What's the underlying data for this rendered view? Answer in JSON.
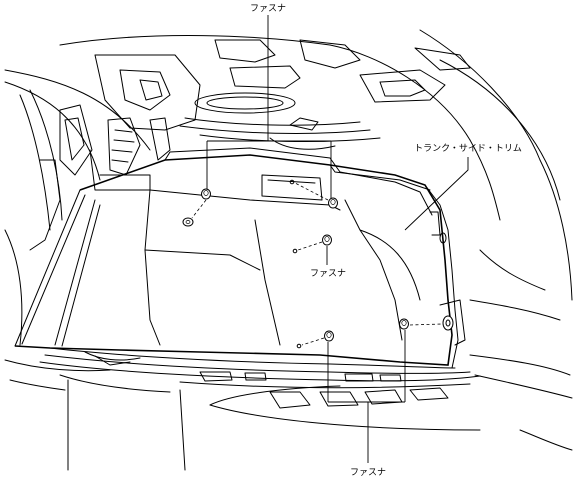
{
  "labels": {
    "fastener_top": "ファスナ",
    "trunk_side_trim": "トランク・サイド・トリム",
    "fastener_middle": "ファスナ",
    "fastener_bottom": "ファスナ"
  }
}
